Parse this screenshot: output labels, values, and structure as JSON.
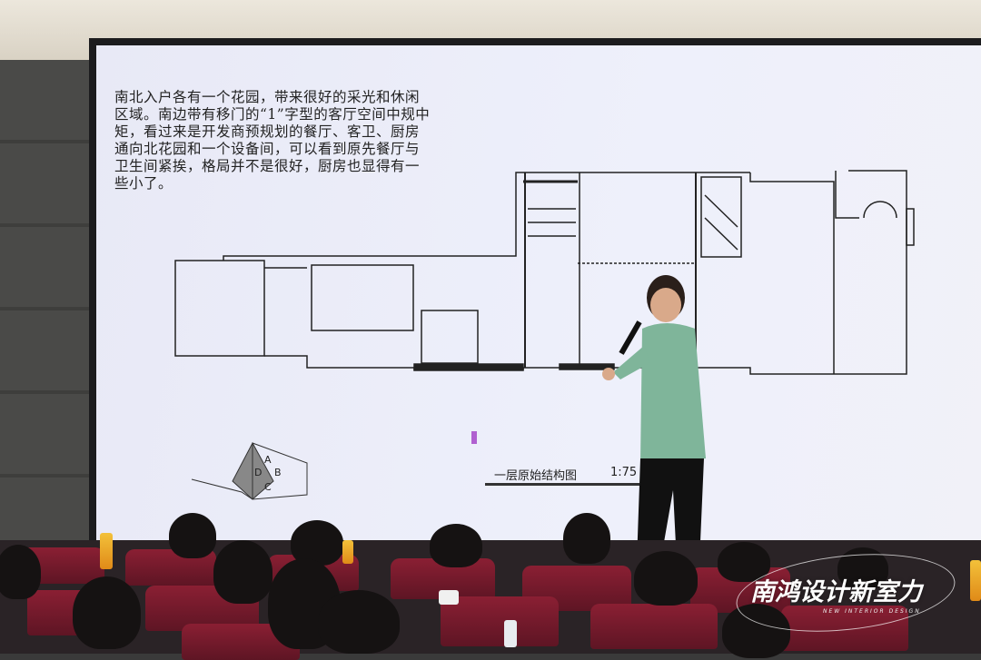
{
  "slide": {
    "description_lines": [
      "南北入户各有一个花园，带来很好的采光和休闲",
      "区域。南边带有移门的“1”字型的客厅空间中规中",
      "矩，看过来是开发商预规划的餐厅、客卫、厨房",
      "通向北花园和一个设备间，可以看到原先餐厅与",
      "卫生间紧挨，格局并不是很好，厨房也显得有一",
      "些小了。"
    ],
    "plan_caption": "一层原始结构图",
    "plan_scale": "1:75",
    "compass_letters": [
      "A",
      "B",
      "C",
      "D"
    ]
  },
  "watermark": {
    "title": "南鸿设计新室力",
    "subtitle": "NEW INTERIOR DESIGN"
  },
  "colors": {
    "seat": "#7a1a2c",
    "presenter_shirt": "#7fb59a",
    "screen": "#eceef9"
  }
}
